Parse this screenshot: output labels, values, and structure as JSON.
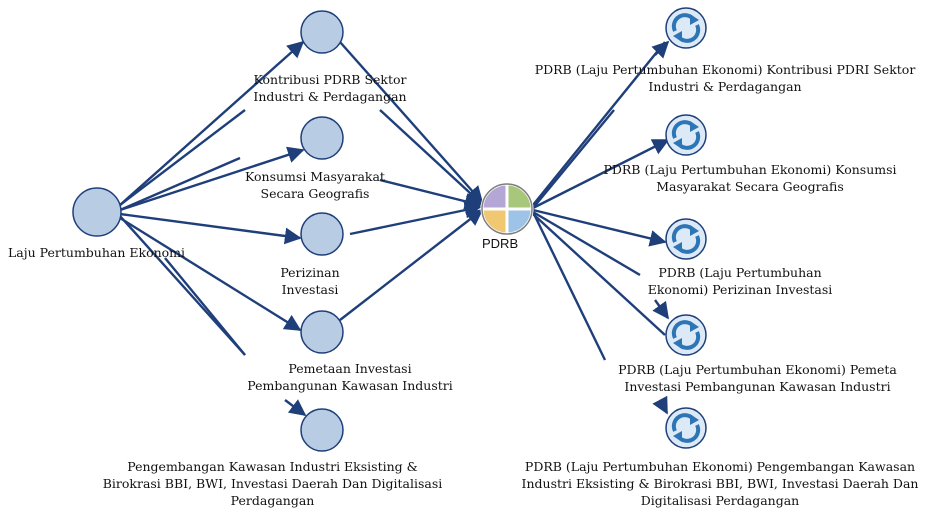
{
  "source": {
    "label": "Laju Pertumbuhan Ekonomi"
  },
  "center": {
    "label": "PDRB"
  },
  "middle_nodes": [
    {
      "label": "Kontribusi PDRB Sektor Industri & Perdagangan"
    },
    {
      "label": "Konsumsi Masyarakat Secara Geografis"
    },
    {
      "label": "Perizinan Investasi"
    },
    {
      "label": "Pemetaan Investasi Pembangunan Kawasan Industri"
    },
    {
      "label": "Pengembangan Kawasan Industri Eksisting & Birokrasi BBI, BWI, Investasi Daerah Dan Digitalisasi Perdagangan"
    }
  ],
  "output_nodes": [
    {
      "label": "PDRB (Laju Pertumbuhan Ekonomi) Kontribusi PDRI Sektor Industri & Perdagangan"
    },
    {
      "label": "PDRB (Laju Pertumbuhan Ekonomi) Konsumsi Masyarakat Secara Geografis"
    },
    {
      "label": "PDRB (Laju Pertumbuhan Ekonomi) Perizinan Investasi"
    },
    {
      "label": "PDRB (Laju Pertumbuhan Ekonomi) Pemeta Investasi Pembangunan Kawasan Industri"
    },
    {
      "label": "PDRB (Laju Pertumbuhan Ekonomi) Pengembangan Kawasan Industri Eksisting & Birokrasi BBI, BWI, Investasi Daerah Dan Digitalisasi Perdagangan"
    }
  ],
  "colors": {
    "edge": "#1f3f7a",
    "node_fill": "#b8cce4",
    "node_stroke": "#1f3f7a",
    "pie_purple": "#b4a7d6",
    "pie_green": "#a9c77a",
    "pie_blue": "#9dc3e6",
    "pie_yellow": "#f1c872",
    "cycle_icon": "#2e75b6"
  }
}
